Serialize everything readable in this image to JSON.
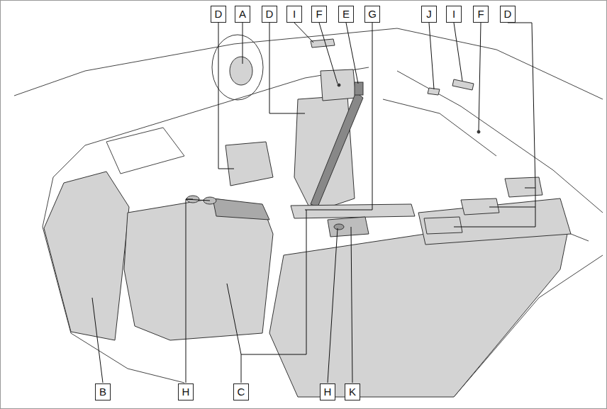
{
  "diagram": {
    "labels": [
      "D",
      "A",
      "D",
      "I",
      "F",
      "E",
      "G",
      "J",
      "I",
      "F",
      "D",
      "B",
      "H",
      "C",
      "H",
      "K"
    ]
  }
}
